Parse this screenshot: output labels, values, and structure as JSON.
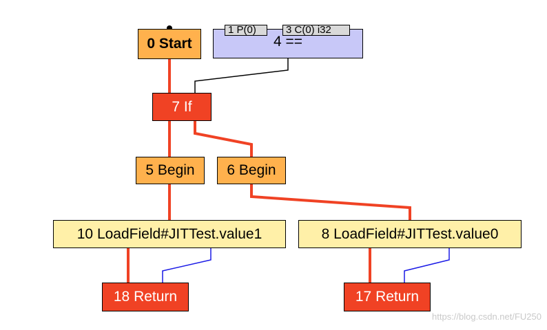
{
  "graph": {
    "nodes": {
      "start": "0 Start",
      "cmp": "4 ==",
      "if": "7 If",
      "begin5": "5 Begin",
      "begin6": "6 Begin",
      "load10": "10 LoadField#JITTest.value1",
      "load8": "8 LoadField#JITTest.value0",
      "ret18": "18 Return",
      "ret17": "17 Return"
    },
    "ports": {
      "p0": "1 P(0)",
      "c0": "3 C(0) i32"
    },
    "edges": [
      {
        "from": "start",
        "to": "if",
        "kind": "control"
      },
      {
        "from": "cmp",
        "to": "if",
        "kind": "data"
      },
      {
        "from": "if",
        "to": "begin5",
        "kind": "control"
      },
      {
        "from": "if",
        "to": "begin6",
        "kind": "control"
      },
      {
        "from": "begin5",
        "to": "load10",
        "kind": "control"
      },
      {
        "from": "begin6",
        "to": "load8",
        "kind": "control"
      },
      {
        "from": "load10",
        "to": "ret18",
        "kind": "control"
      },
      {
        "from": "load10",
        "to": "ret18",
        "kind": "value"
      },
      {
        "from": "load8",
        "to": "ret17",
        "kind": "control"
      },
      {
        "from": "load8",
        "to": "ret17",
        "kind": "value"
      }
    ],
    "colors": {
      "control_edge": "#f04224",
      "data_edge": "#000000",
      "value_edge": "#1a1ae6",
      "control_node": "#ffb14d",
      "if_return_node": "#f04224",
      "load_node": "#fff0a8",
      "compare_node": "#c8c8f8"
    }
  },
  "watermark": "https://blog.csdn.net/FU250"
}
